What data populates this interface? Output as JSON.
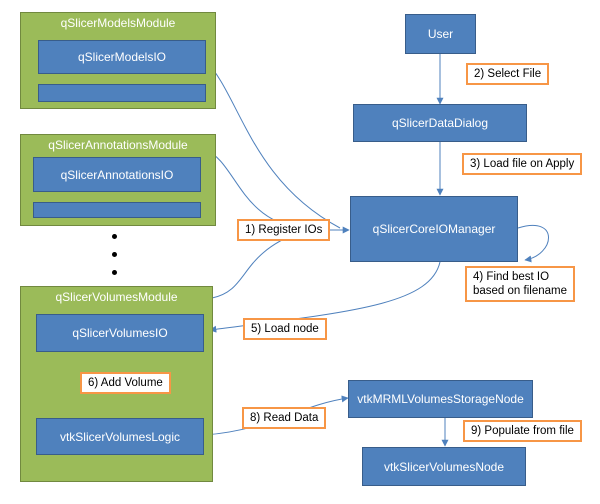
{
  "modules": {
    "models": {
      "title": "qSlicerModelsModule",
      "io": "qSlicerModelsIO"
    },
    "annotations": {
      "title": "qSlicerAnnotationsModule",
      "io": "qSlicerAnnotationsIO"
    },
    "volumes": {
      "title": "qSlicerVolumesModule",
      "io": "qSlicerVolumesIO",
      "logic": "vtkSlicerVolumesLogic"
    }
  },
  "nodes": {
    "user": "User",
    "data_dialog": "qSlicerDataDialog",
    "core_io_manager": "qSlicerCoreIOManager",
    "storage_node": "vtkMRMLVolumesStorageNode",
    "volumes_node": "vtkSlicerVolumesNode"
  },
  "steps": {
    "s1": "1) Register IOs",
    "s2": "2) Select File",
    "s3": "3) Load file on Apply",
    "s4a": "4) Find best IO",
    "s4b": "based on filename",
    "s5": "5) Load node",
    "s6": "6) Add Volume",
    "s8": "8) Read Data",
    "s9": "9) Populate from file"
  },
  "colors": {
    "module_fill": "#9bbb59",
    "box_fill": "#4f81bd",
    "step_border": "#f79646",
    "connector": "#4f81bd"
  }
}
